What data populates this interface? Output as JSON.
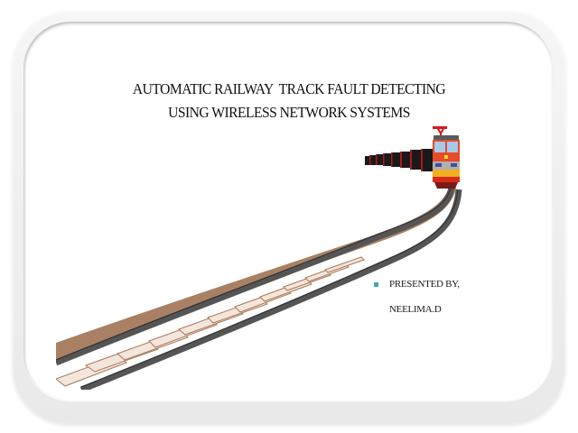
{
  "slide": {
    "title_lines": [
      "AUTOMATIC RAILWAY  TRACK FAULT DETECTING",
      "USING WIRELESS NETWORK SYSTEMS"
    ],
    "presenter_label": "PRESENTED BY,",
    "presenter_name": "NEELIMA.D",
    "bullet_icon": "square-bullet-icon"
  },
  "illustration": {
    "subject": "train-on-curved-railway-track",
    "colors": {
      "rail": "#4a4a4a",
      "ballast": "#8a5a3a",
      "sleeper": "#b98a6a",
      "train_body": "#e84a2a",
      "train_window": "#a8c8e8",
      "train_band": "#f0b020",
      "wagon": "#1a1a1a",
      "wagon_trim": "#b01818",
      "pantograph": "#d81818",
      "bullet": "#4aa3b3"
    }
  }
}
